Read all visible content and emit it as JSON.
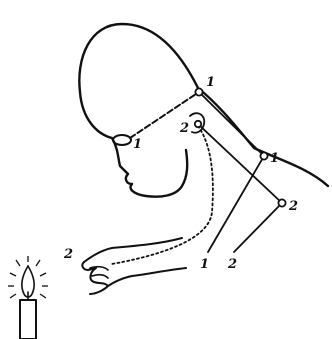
{
  "figure": {
    "labels": {
      "eye": "1",
      "head_top": "1",
      "head_inner": "2",
      "shoulder_front": "1",
      "shoulder_back": "2",
      "end_one": "1",
      "end_two": "2",
      "hand": "2"
    },
    "colors": {
      "ink": "#111111",
      "background": "#ffffff"
    }
  }
}
